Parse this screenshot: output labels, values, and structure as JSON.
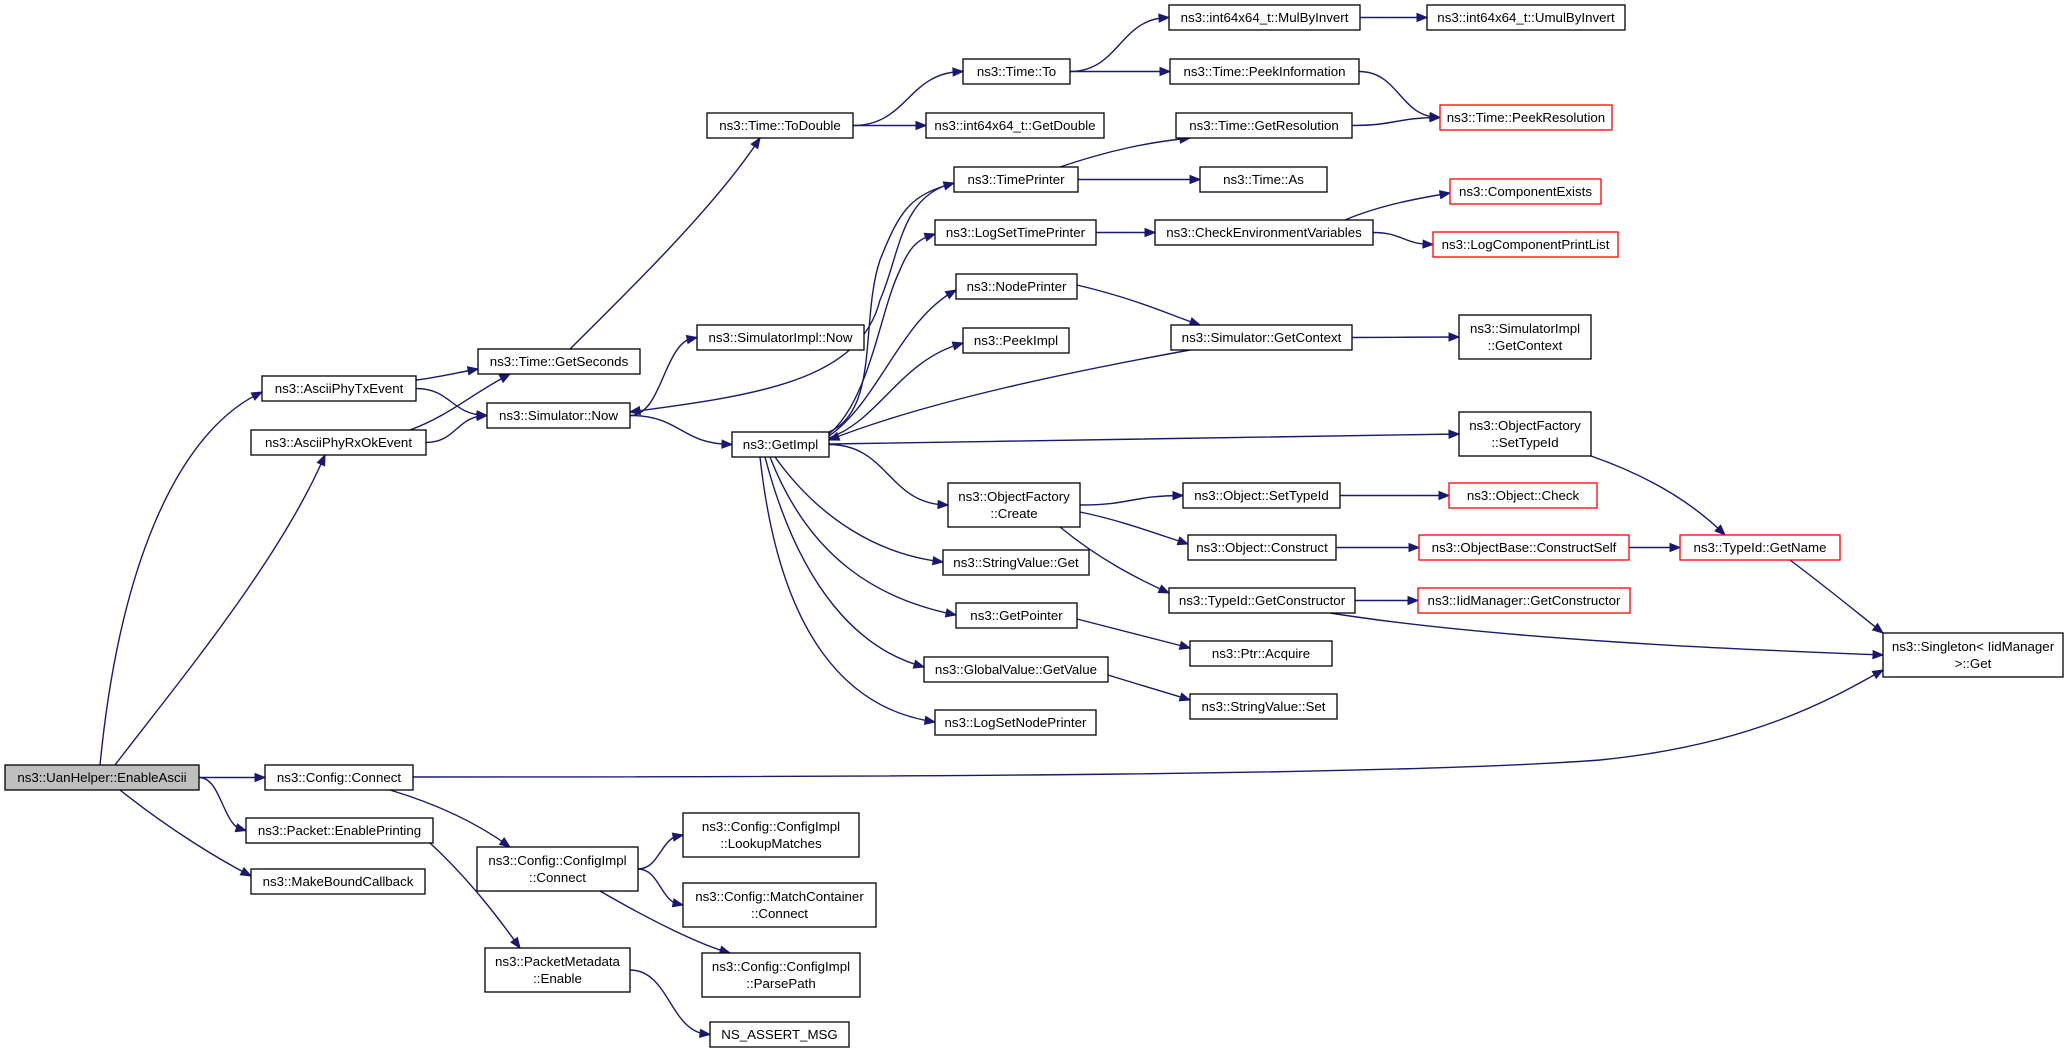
{
  "graph": {
    "root": "n0",
    "nodes": [
      {
        "id": "n0",
        "lines": [
          "ns3::UanHelper::EnableAscii"
        ],
        "root": true
      },
      {
        "id": "n1",
        "lines": [
          "ns3::AsciiPhyTxEvent"
        ]
      },
      {
        "id": "n2",
        "lines": [
          "ns3::AsciiPhyRxOkEvent"
        ]
      },
      {
        "id": "n3",
        "lines": [
          "ns3::Time::GetSeconds"
        ]
      },
      {
        "id": "n4",
        "lines": [
          "ns3::Simulator::Now"
        ]
      },
      {
        "id": "n5",
        "lines": [
          "ns3::Time::ToDouble"
        ]
      },
      {
        "id": "n6",
        "lines": [
          "ns3::Time::To"
        ]
      },
      {
        "id": "n7",
        "lines": [
          "ns3::int64x64_t::GetDouble"
        ]
      },
      {
        "id": "n8",
        "lines": [
          "ns3::int64x64_t::MulByInvert"
        ]
      },
      {
        "id": "n9",
        "lines": [
          "ns3::int64x64_t::UmulByInvert"
        ]
      },
      {
        "id": "n10",
        "lines": [
          "ns3::Time::PeekInformation"
        ]
      },
      {
        "id": "n11",
        "lines": [
          "ns3::Time::PeekResolution"
        ],
        "red": true
      },
      {
        "id": "n12",
        "lines": [
          "ns3::Time::GetResolution"
        ]
      },
      {
        "id": "n13",
        "lines": [
          "ns3::TimePrinter"
        ]
      },
      {
        "id": "n14",
        "lines": [
          "ns3::Time::As"
        ]
      },
      {
        "id": "n15",
        "lines": [
          "ns3::LogSetTimePrinter"
        ]
      },
      {
        "id": "n16",
        "lines": [
          "ns3::CheckEnvironmentVariables"
        ]
      },
      {
        "id": "n17",
        "lines": [
          "ns3::ComponentExists"
        ],
        "red": true
      },
      {
        "id": "n18",
        "lines": [
          "ns3::LogComponentPrintList"
        ],
        "red": true
      },
      {
        "id": "n19",
        "lines": [
          "ns3::NodePrinter"
        ]
      },
      {
        "id": "n20",
        "lines": [
          "ns3::Simulator::GetContext"
        ]
      },
      {
        "id": "n21",
        "lines": [
          "ns3::SimulatorImpl",
          "::GetContext"
        ]
      },
      {
        "id": "n22",
        "lines": [
          "ns3::PeekImpl"
        ]
      },
      {
        "id": "n23",
        "lines": [
          "ns3::SimulatorImpl::Now"
        ]
      },
      {
        "id": "n24",
        "lines": [
          "ns3::GetImpl"
        ]
      },
      {
        "id": "n25",
        "lines": [
          "ns3::ObjectFactory",
          "::SetTypeId"
        ]
      },
      {
        "id": "n26",
        "lines": [
          "ns3::ObjectFactory",
          "::Create"
        ]
      },
      {
        "id": "n27",
        "lines": [
          "ns3::Object::SetTypeId"
        ]
      },
      {
        "id": "n28",
        "lines": [
          "ns3::Object::Check"
        ],
        "red": true
      },
      {
        "id": "n29",
        "lines": [
          "ns3::Object::Construct"
        ]
      },
      {
        "id": "n30",
        "lines": [
          "ns3::ObjectBase::ConstructSelf"
        ],
        "red": true
      },
      {
        "id": "n31",
        "lines": [
          "ns3::TypeId::GetName"
        ],
        "red": true
      },
      {
        "id": "n32",
        "lines": [
          "ns3::StringValue::Get"
        ]
      },
      {
        "id": "n33",
        "lines": [
          "ns3::TypeId::GetConstructor"
        ]
      },
      {
        "id": "n34",
        "lines": [
          "ns3::IidManager::GetConstructor"
        ],
        "red": true
      },
      {
        "id": "n35",
        "lines": [
          "ns3::Singleton< IidManager",
          ">::Get"
        ]
      },
      {
        "id": "n36",
        "lines": [
          "ns3::GetPointer"
        ]
      },
      {
        "id": "n37",
        "lines": [
          "ns3::Ptr::Acquire"
        ]
      },
      {
        "id": "n38",
        "lines": [
          "ns3::GlobalValue::GetValue"
        ]
      },
      {
        "id": "n39",
        "lines": [
          "ns3::StringValue::Set"
        ]
      },
      {
        "id": "n40",
        "lines": [
          "ns3::LogSetNodePrinter"
        ]
      },
      {
        "id": "n41",
        "lines": [
          "ns3::Config::Connect"
        ]
      },
      {
        "id": "n42",
        "lines": [
          "ns3::Packet::EnablePrinting"
        ]
      },
      {
        "id": "n43",
        "lines": [
          "ns3::MakeBoundCallback"
        ]
      },
      {
        "id": "n44",
        "lines": [
          "ns3::Config::ConfigImpl",
          "::Connect"
        ]
      },
      {
        "id": "n45",
        "lines": [
          "ns3::Config::ConfigImpl",
          "::LookupMatches"
        ]
      },
      {
        "id": "n46",
        "lines": [
          "ns3::Config::MatchContainer",
          "::Connect"
        ]
      },
      {
        "id": "n47",
        "lines": [
          "ns3::Config::ConfigImpl",
          "::ParsePath"
        ]
      },
      {
        "id": "n48",
        "lines": [
          "ns3::PacketMetadata",
          "::Enable"
        ]
      },
      {
        "id": "n49",
        "lines": [
          "NS_ASSERT_MSG"
        ]
      }
    ],
    "edges": [
      [
        "n0",
        "n1"
      ],
      [
        "n0",
        "n2"
      ],
      [
        "n0",
        "n41"
      ],
      [
        "n0",
        "n42"
      ],
      [
        "n0",
        "n43"
      ],
      [
        "n1",
        "n3"
      ],
      [
        "n1",
        "n4"
      ],
      [
        "n2",
        "n3"
      ],
      [
        "n2",
        "n4"
      ],
      [
        "n3",
        "n5"
      ],
      [
        "n5",
        "n6"
      ],
      [
        "n5",
        "n7"
      ],
      [
        "n6",
        "n8"
      ],
      [
        "n6",
        "n10"
      ],
      [
        "n8",
        "n9"
      ],
      [
        "n10",
        "n11"
      ],
      [
        "n12",
        "n11"
      ],
      [
        "n4",
        "n23"
      ],
      [
        "n4",
        "n24"
      ],
      [
        "n24",
        "n13"
      ],
      [
        "n24",
        "n15"
      ],
      [
        "n24",
        "n19"
      ],
      [
        "n24",
        "n22"
      ],
      [
        "n24",
        "n25"
      ],
      [
        "n24",
        "n26"
      ],
      [
        "n24",
        "n32"
      ],
      [
        "n24",
        "n36"
      ],
      [
        "n24",
        "n38"
      ],
      [
        "n24",
        "n40"
      ],
      [
        "n13",
        "n4"
      ],
      [
        "n13",
        "n12"
      ],
      [
        "n13",
        "n14"
      ],
      [
        "n15",
        "n16"
      ],
      [
        "n16",
        "n17"
      ],
      [
        "n16",
        "n18"
      ],
      [
        "n19",
        "n20"
      ],
      [
        "n20",
        "n21"
      ],
      [
        "n20",
        "n24"
      ],
      [
        "n25",
        "n31"
      ],
      [
        "n26",
        "n27"
      ],
      [
        "n26",
        "n29"
      ],
      [
        "n26",
        "n33"
      ],
      [
        "n27",
        "n28"
      ],
      [
        "n29",
        "n30"
      ],
      [
        "n30",
        "n31"
      ],
      [
        "n31",
        "n35"
      ],
      [
        "n33",
        "n34"
      ],
      [
        "n33",
        "n35"
      ],
      [
        "n36",
        "n37"
      ],
      [
        "n38",
        "n39"
      ],
      [
        "n41",
        "n35"
      ],
      [
        "n41",
        "n44"
      ],
      [
        "n44",
        "n45"
      ],
      [
        "n44",
        "n46"
      ],
      [
        "n44",
        "n47"
      ],
      [
        "n42",
        "n48"
      ],
      [
        "n48",
        "n49"
      ]
    ]
  }
}
